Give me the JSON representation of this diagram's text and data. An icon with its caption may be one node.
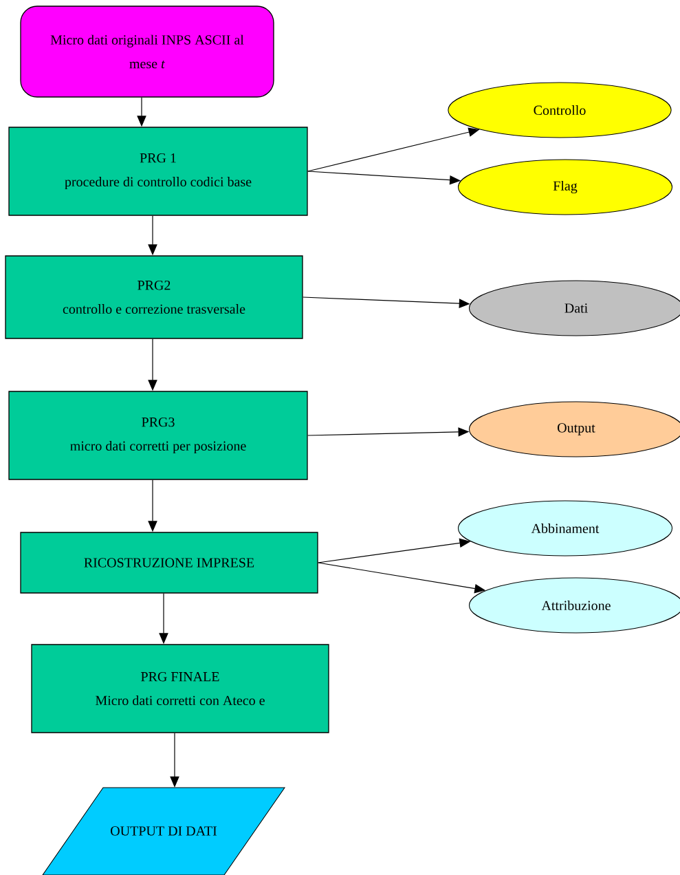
{
  "diagram": {
    "nodes": [
      {
        "text": [
          "Micro dati originali INPS ASCII al mese *t*"
        ]
      },
      {
        "text": [
          "PRG 1",
          "procedure di controllo codici base"
        ]
      },
      {
        "text": [
          "Controllo"
        ]
      },
      {
        "text": [
          "Flag"
        ]
      },
      {
        "text": [
          "PRG2",
          "controllo e correzione trasversale"
        ]
      },
      {
        "text": [
          "Dati"
        ]
      },
      {
        "text": [
          "PRG3",
          "micro dati corretti per posizione"
        ]
      },
      {
        "text": [
          "Output"
        ]
      },
      {
        "text": [
          "RICOSTRUZIONE IMPRESE"
        ]
      },
      {
        "text": [
          "Abbinament"
        ]
      },
      {
        "text": [
          "Attribuzione"
        ]
      },
      {
        "text": [
          "PRG FINALE",
          "Micro dati corretti con Ateco e"
        ]
      },
      {
        "text": [
          "OUTPUT DI DATI"
        ]
      }
    ],
    "edges": [
      {
        "from": 0,
        "to": 1,
        "arrow": "to"
      },
      {
        "from": 1,
        "to": 2,
        "arrow": "to"
      },
      {
        "from": 1,
        "to": 3,
        "arrow": "to"
      },
      {
        "from": 1,
        "to": 4,
        "arrow": "to"
      },
      {
        "from": 4,
        "to": 5,
        "arrow": "to"
      },
      {
        "from": 4,
        "to": 6,
        "arrow": "to"
      },
      {
        "from": 6,
        "to": 7,
        "arrow": "to"
      },
      {
        "from": 6,
        "to": 8,
        "arrow": "to"
      },
      {
        "from": 8,
        "to": 9,
        "arrow": "to"
      },
      {
        "from": 8,
        "to": 10,
        "arrow": "to"
      },
      {
        "from": 8,
        "to": 11,
        "arrow": "to"
      },
      {
        "from": 11,
        "to": 12,
        "arrow": "to"
      }
    ]
  }
}
